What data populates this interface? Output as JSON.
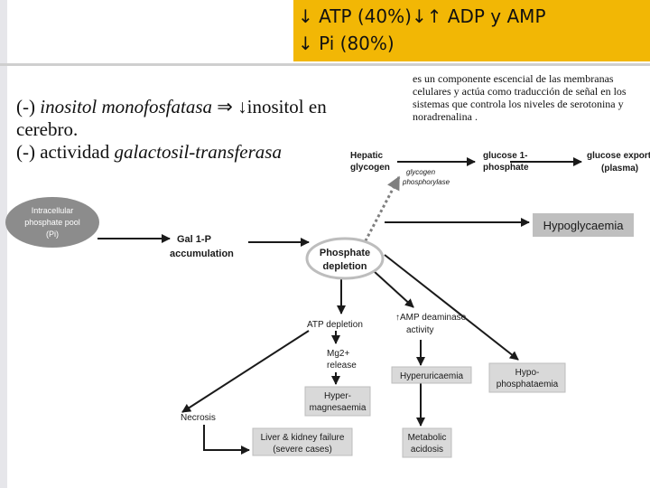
{
  "header": {
    "line1": "↓ ATP (40%)↓↑ ADP y AMP",
    "line2": "↓ Pi (80%)"
  },
  "left_text": {
    "l1_prefix": "(-) ",
    "l1_enzyme": "inositol monofosfatasa",
    "l1_arrow": " ⇒ ↓",
    "l1_suffix": "inositol en",
    "l2": "cerebro.",
    "l3_prefix": "(-)  actividad ",
    "l3_enzyme": "galactosil-transferasa"
  },
  "right_text": "es un componente escencial de las membranas celulares y actúa como traducción de señal en los sistemas que controla los niveles de serotonina y noradrenalina .",
  "diagram": {
    "hepatic_glycogen": [
      "Hepatic",
      "glycogen"
    ],
    "glucose_1_phosphate": [
      "glucose 1-",
      "phosphate"
    ],
    "glucose_export": [
      "glucose export",
      "(plasma)"
    ],
    "glycogen_phosphorylase": [
      "glycogen",
      "phosphorylase"
    ],
    "intracellular_pool": [
      "Intracellular",
      "phosphate pool",
      "(Pi)"
    ],
    "gal1p": [
      "Gal 1-P",
      "accumulation"
    ],
    "phosphate_depletion": [
      "Phosphate",
      "depletion"
    ],
    "hypoglycaemia": "Hypoglycaemia",
    "atp_depletion": "ATP depletion",
    "amp_deaminase": [
      "↑AMP deaminase",
      "activity"
    ],
    "mg_release": [
      "Mg2+",
      "release"
    ],
    "hyperuricaemia": "Hyperuricaemia",
    "hypophosphataemia": [
      "Hypo-",
      "phosphataemia"
    ],
    "hypermagnesaemia": [
      "Hyper-",
      "magnesaemia"
    ],
    "necrosis": "Necrosis",
    "liver_kidney": [
      "Liver & kidney failure",
      "(severe cases)"
    ],
    "metabolic_acidosis": [
      "Metabolic",
      "acidosis"
    ]
  },
  "colors": {
    "header_bg": "#f2b705",
    "box_fill": "#d9d9d9",
    "pool_fill": "#8c8c8c",
    "dotted_arrow": "#7f7f7f"
  }
}
